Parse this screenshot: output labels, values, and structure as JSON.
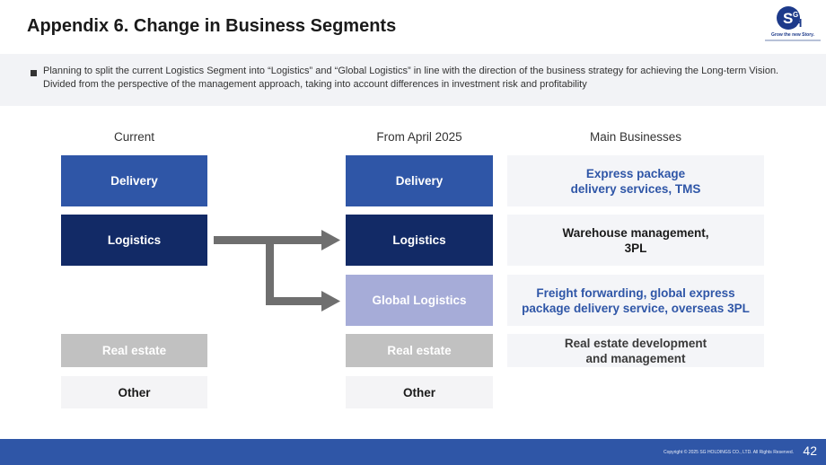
{
  "header": {
    "title": "Appendix 6. Change in Business Segments",
    "logo_tagline": "Grow the new Story."
  },
  "intro": {
    "text": "Planning to split the current Logistics Segment into “Logistics” and “Global Logistics” in line with the direction of the business strategy for achieving the Long-term Vision. Divided from the perspective of the management approach, taking into account differences in investment risk and profitability"
  },
  "columns": {
    "current": "Current",
    "from_april": "From April 2025",
    "main_businesses": "Main Businesses"
  },
  "current": {
    "delivery": "Delivery",
    "logistics": "Logistics",
    "real_estate": "Real estate",
    "other": "Other"
  },
  "new": {
    "delivery": "Delivery",
    "logistics": "Logistics",
    "global_logistics": "Global Logistics",
    "real_estate": "Real estate",
    "other": "Other"
  },
  "businesses": {
    "delivery": "Express package delivery services, TMS",
    "logistics": "Warehouse management, 3PL",
    "global_logistics": "Freight forwarding, global express package delivery service, overseas 3PL",
    "real_estate": "Real estate development and management"
  },
  "footer": {
    "copyright": "Copyright © 2025 SG HOLDINGS CO., LTD. All Rights Reserved.",
    "page_number": "42"
  },
  "colors": {
    "delivery": "#2f56a7",
    "logistics": "#122a66",
    "global_logistics": "#a6acd8",
    "real_estate": "#c1c1c1",
    "footer": "#2f56a7",
    "arrow": "#6f6f6f"
  }
}
